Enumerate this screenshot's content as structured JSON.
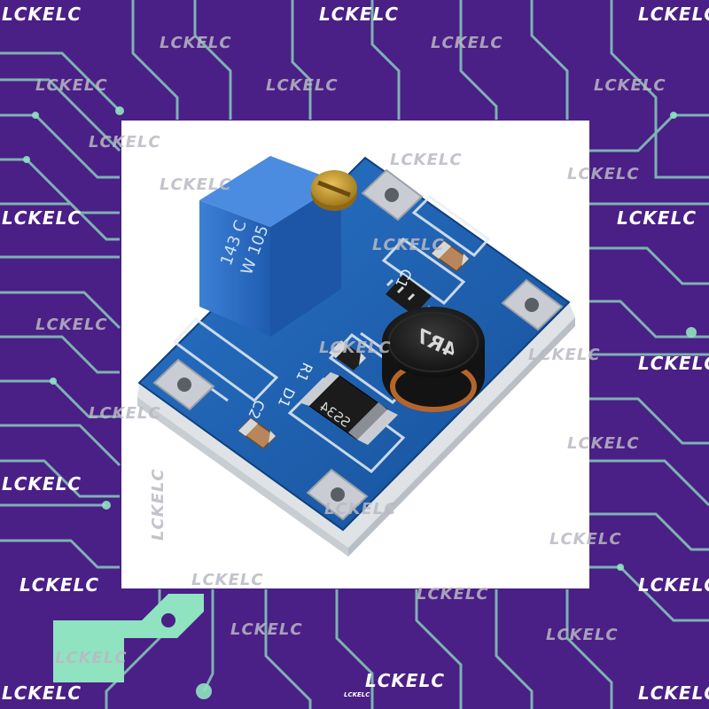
{
  "watermark": {
    "text": "LCKELC"
  },
  "board": {
    "pot_top_label": "143 C",
    "pot_mid_label": "W 105",
    "inductor_label": "4R7",
    "diode_label": "SS34",
    "silk_c1": "C1",
    "silk_r1": "R1",
    "silk_d1": "D1",
    "silk_c2": "C2"
  },
  "colors": {
    "background": "#4a1f86",
    "circuit_traces": "#8fe3c0",
    "pcb": "#1d5fb0",
    "trimmer_body": "#2f6dc6",
    "pads": "#c9cdd3",
    "watermark_white": "#ffffff",
    "watermark_grey": "#b9b9c3"
  }
}
